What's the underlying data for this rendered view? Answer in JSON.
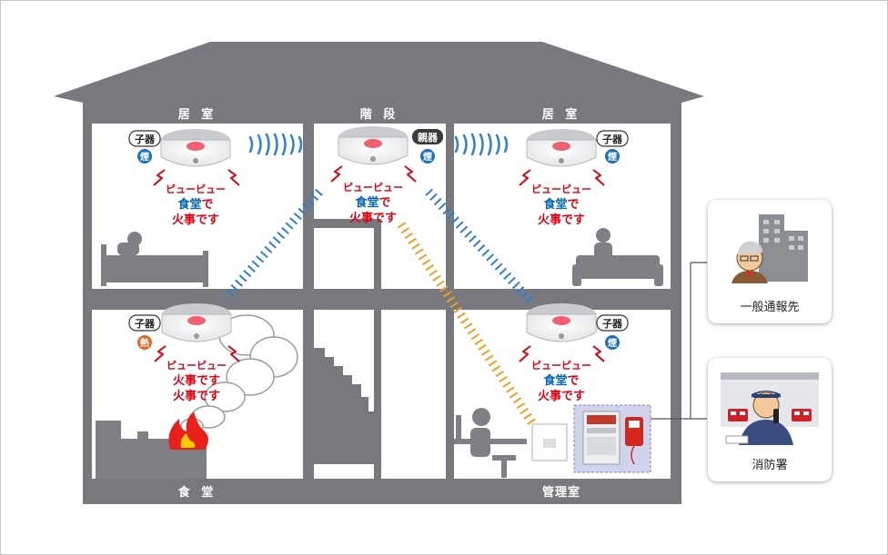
{
  "rooms": {
    "living_left": "居 室",
    "stairs": "階 段",
    "living_right": "居 室",
    "dining": "食 堂",
    "management": "管理室"
  },
  "detectors": {
    "child_tag": "子器",
    "parent_tag": "親器",
    "smoke": "煙",
    "heat": "熱"
  },
  "alerts": {
    "beep": "ピューピュー",
    "kitchen_a": "食堂",
    "kitchen_b": "で",
    "fire": "火事です"
  },
  "external": {
    "general_contact": "一般通報先",
    "fire_station": "消防署"
  },
  "colors": {
    "house": "#77797e",
    "alert_red": "#e00012",
    "alert_blue": "#0062b8",
    "wave_blue": "#2e7fd0",
    "wave_orange": "#f0a020"
  }
}
